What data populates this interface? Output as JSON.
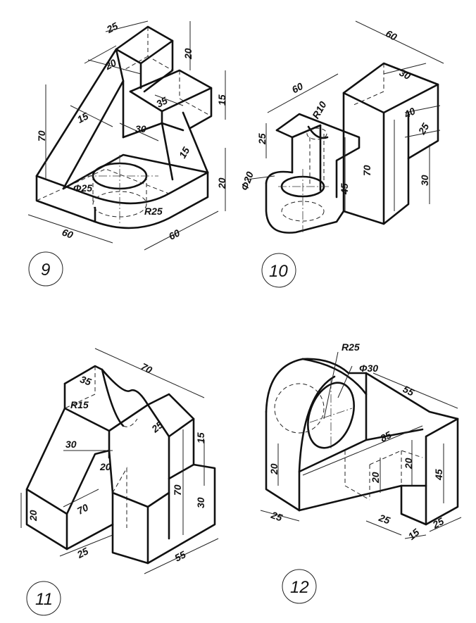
{
  "figures": [
    {
      "number": "9",
      "dimensions": [
        "25",
        "20",
        "20",
        "35",
        "15",
        "70",
        "15",
        "30",
        "15",
        "Φ25",
        "20",
        "R25",
        "60",
        "60"
      ]
    },
    {
      "number": "10",
      "dimensions": [
        "60",
        "60",
        "30",
        "R10",
        "40",
        "25",
        "25",
        "Φ20",
        "70",
        "45",
        "30"
      ]
    },
    {
      "number": "11",
      "dimensions": [
        "70",
        "35",
        "R15",
        "25",
        "15",
        "30",
        "20",
        "70",
        "20",
        "70",
        "30",
        "25",
        "55"
      ]
    },
    {
      "number": "12",
      "dimensions": [
        "R25",
        "Φ30",
        "55",
        "85",
        "20",
        "20",
        "20",
        "45",
        "25",
        "25",
        "15",
        "25"
      ]
    }
  ]
}
